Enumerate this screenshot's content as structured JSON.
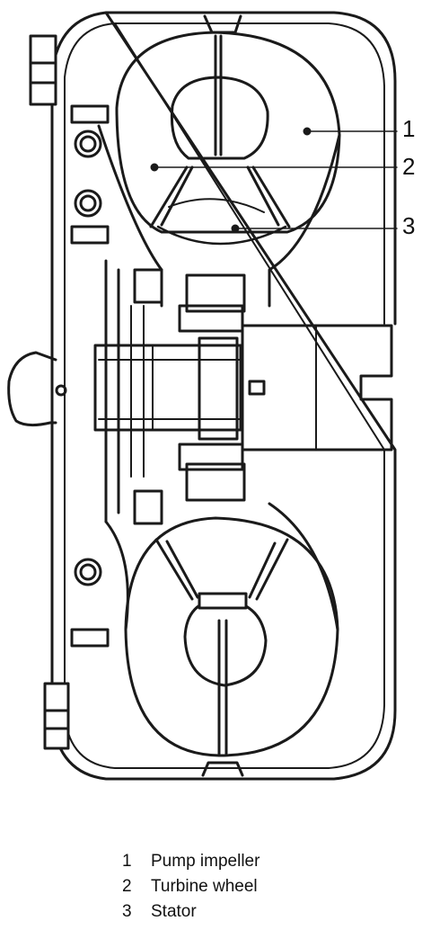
{
  "callouts": [
    {
      "number": "1",
      "label": "Pump impeller"
    },
    {
      "number": "2",
      "label": "Turbine wheel"
    },
    {
      "number": "3",
      "label": "Stator"
    }
  ]
}
